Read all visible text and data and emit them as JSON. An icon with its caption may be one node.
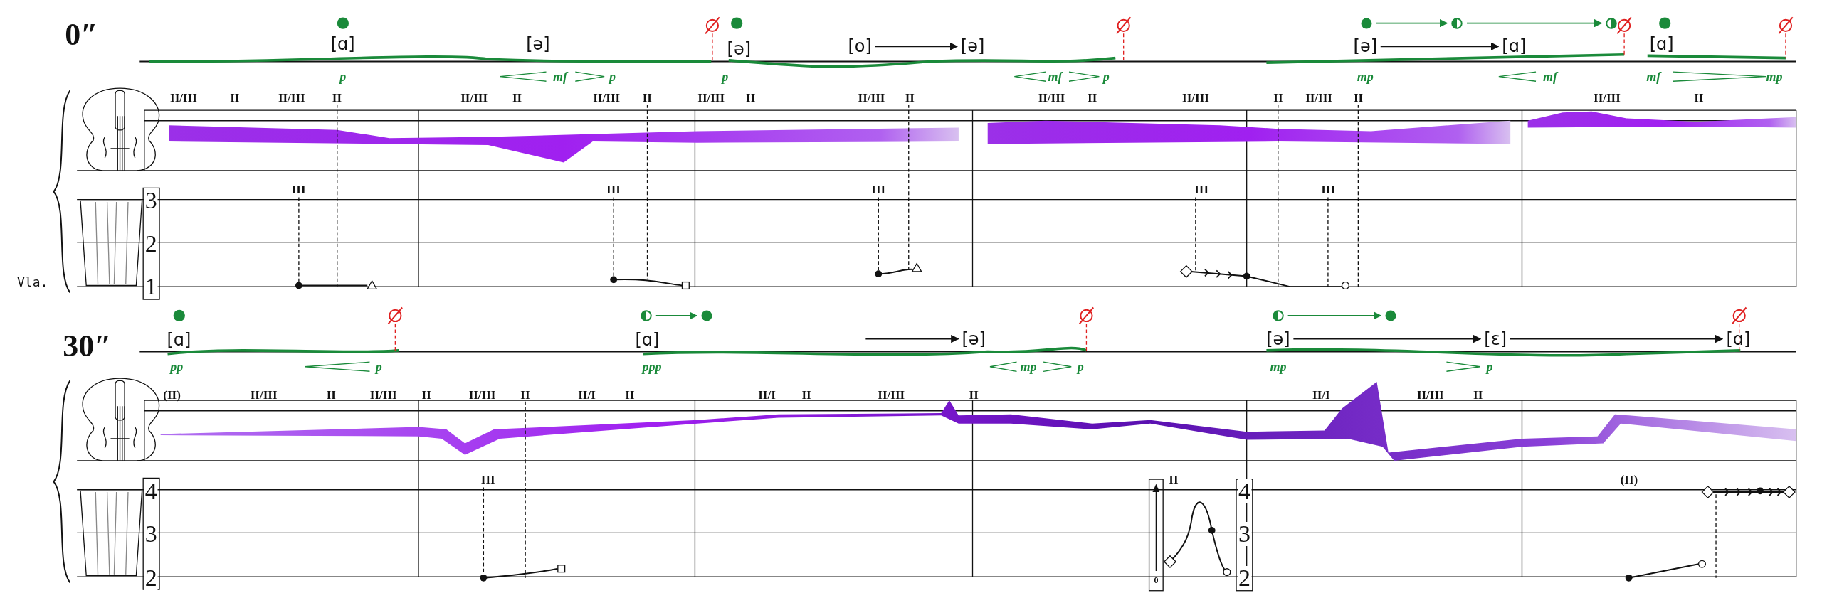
{
  "diagram": {
    "nodes": [
      {
        "text": [
          "[o]"
        ]
      },
      {
        "text": [
          "[ə]"
        ]
      },
      {
        "text": [],
        "shape": "circle"
      },
      {
        "text": [],
        "shape": "circle"
      },
      {
        "text": [],
        "shape": "circle"
      },
      {
        "text": [
          "[ə]"
        ]
      },
      {
        "text": [
          "[ɑ]"
        ]
      },
      {
        "text": [],
        "shape": "circle"
      },
      {
        "text": [],
        "shape": "circle"
      },
      {
        "text": [
          "[ə]"
        ]
      },
      {
        "text": [],
        "shape": "circle"
      },
      {
        "text": [],
        "shape": "circle"
      },
      {
        "text": [
          "[ə]"
        ]
      },
      {
        "text": [
          "[ɛ]"
        ]
      },
      {
        "text": [
          "[ɑ]"
        ]
      }
    ],
    "edges": [
      {
        "from": 0,
        "to": 1,
        "arrow": "to"
      },
      {
        "from": 2,
        "to": 3,
        "arrow": "to",
        "color": "#1a8a3a"
      },
      {
        "from": 3,
        "to": 4,
        "arrow": "to",
        "color": "#1a8a3a"
      },
      {
        "from": 5,
        "to": 6,
        "arrow": "to"
      },
      {
        "from": 7,
        "to": 8,
        "arrow": "to",
        "color": "#1a8a3a"
      },
      {
        "from": null,
        "to": 9,
        "arrow": "to"
      },
      {
        "from": 10,
        "to": 11,
        "arrow": "to",
        "color": "#1a8a3a"
      },
      {
        "from": 12,
        "to": 13,
        "arrow": "to"
      },
      {
        "from": 13,
        "to": 14,
        "arrow": "to"
      }
    ],
    "labels": [
      "0″",
      "[ɑ]",
      "p",
      "[ə]",
      "mf",
      "p",
      "[ə]",
      "p",
      "mf",
      "p",
      "mp",
      "mf",
      "[ɑ]",
      "mf",
      "mp",
      "Vla.",
      "II/III",
      "II",
      "II/III",
      "II",
      "II/III",
      "II",
      "II/III",
      "II",
      "II/III",
      "II",
      "II/III",
      "II",
      "II/III",
      "II",
      "II/III",
      "II",
      "II/III",
      "II",
      "II/III",
      "II",
      "3",
      "2",
      "1",
      "III",
      "III",
      "III",
      "III",
      "III",
      "30″",
      "[ɑ]",
      "pp",
      "p",
      "[ɑ]",
      "ppp",
      "mp",
      "p",
      "mp",
      "p",
      "(II)",
      "II/III",
      "II",
      "II/III",
      "II",
      "II/III",
      "II",
      "II/I",
      "II",
      "II/I",
      "II",
      "II/III",
      "II",
      "II/I",
      "II/III",
      "II",
      "4",
      "3",
      "2",
      "III",
      "II",
      "0",
      "4",
      "3",
      "2",
      "(II)"
    ]
  }
}
